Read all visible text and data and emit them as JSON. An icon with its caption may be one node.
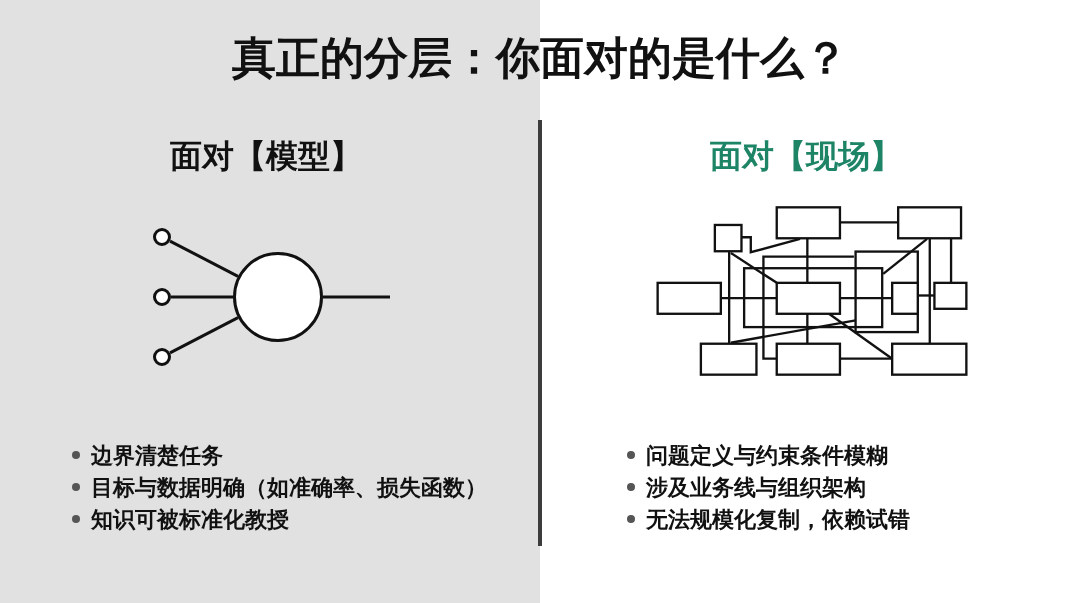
{
  "diagram": {
    "title": "真正的分层：你面对的是什么？",
    "nodes": [
      {
        "text": [
          "面对【模型】",
          "边界清楚任务",
          "目标与数据明确（如准确率、损失函数）",
          "知识可被标准化教授"
        ]
      },
      {
        "text": [],
        "shape": "circle",
        "in": 0
      },
      {
        "text": [],
        "shape": "circle",
        "in": 0
      },
      {
        "text": [],
        "shape": "circle",
        "in": 0
      },
      {
        "text": [],
        "shape": "circle",
        "in": 0
      }
    ],
    "edges": [
      {
        "from": 1,
        "to": 4,
        "arrow": "none"
      },
      {
        "from": 2,
        "to": 4,
        "arrow": "none"
      },
      {
        "from": 3,
        "to": 4,
        "arrow": "none"
      },
      {
        "from": 4,
        "to": null,
        "arrow": "none"
      }
    ],
    "labels": [
      "面对【现场】",
      "问题定义与约束条件模糊",
      "涉及业务线与组织架构",
      "无法规模化复制，依赖试错"
    ]
  }
}
